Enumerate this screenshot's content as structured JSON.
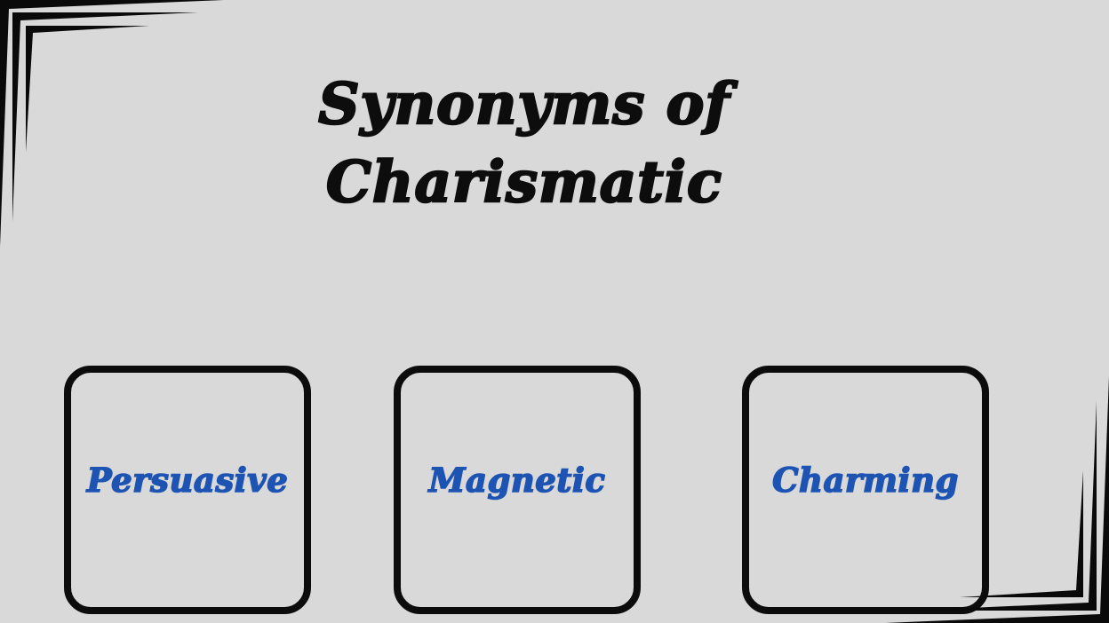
{
  "title": {
    "line1": "Synonyms of",
    "line2": "Charismatic"
  },
  "cards": [
    {
      "label": "Persuasive"
    },
    {
      "label": "Magnetic"
    },
    {
      "label": "Charming"
    }
  ],
  "colors": {
    "background": "#d9d9d9",
    "title_text": "#0d0d0d",
    "card_label_text": "#1d54b3",
    "card_border": "#0c0c0c",
    "flourish": "#0a0a0a"
  }
}
